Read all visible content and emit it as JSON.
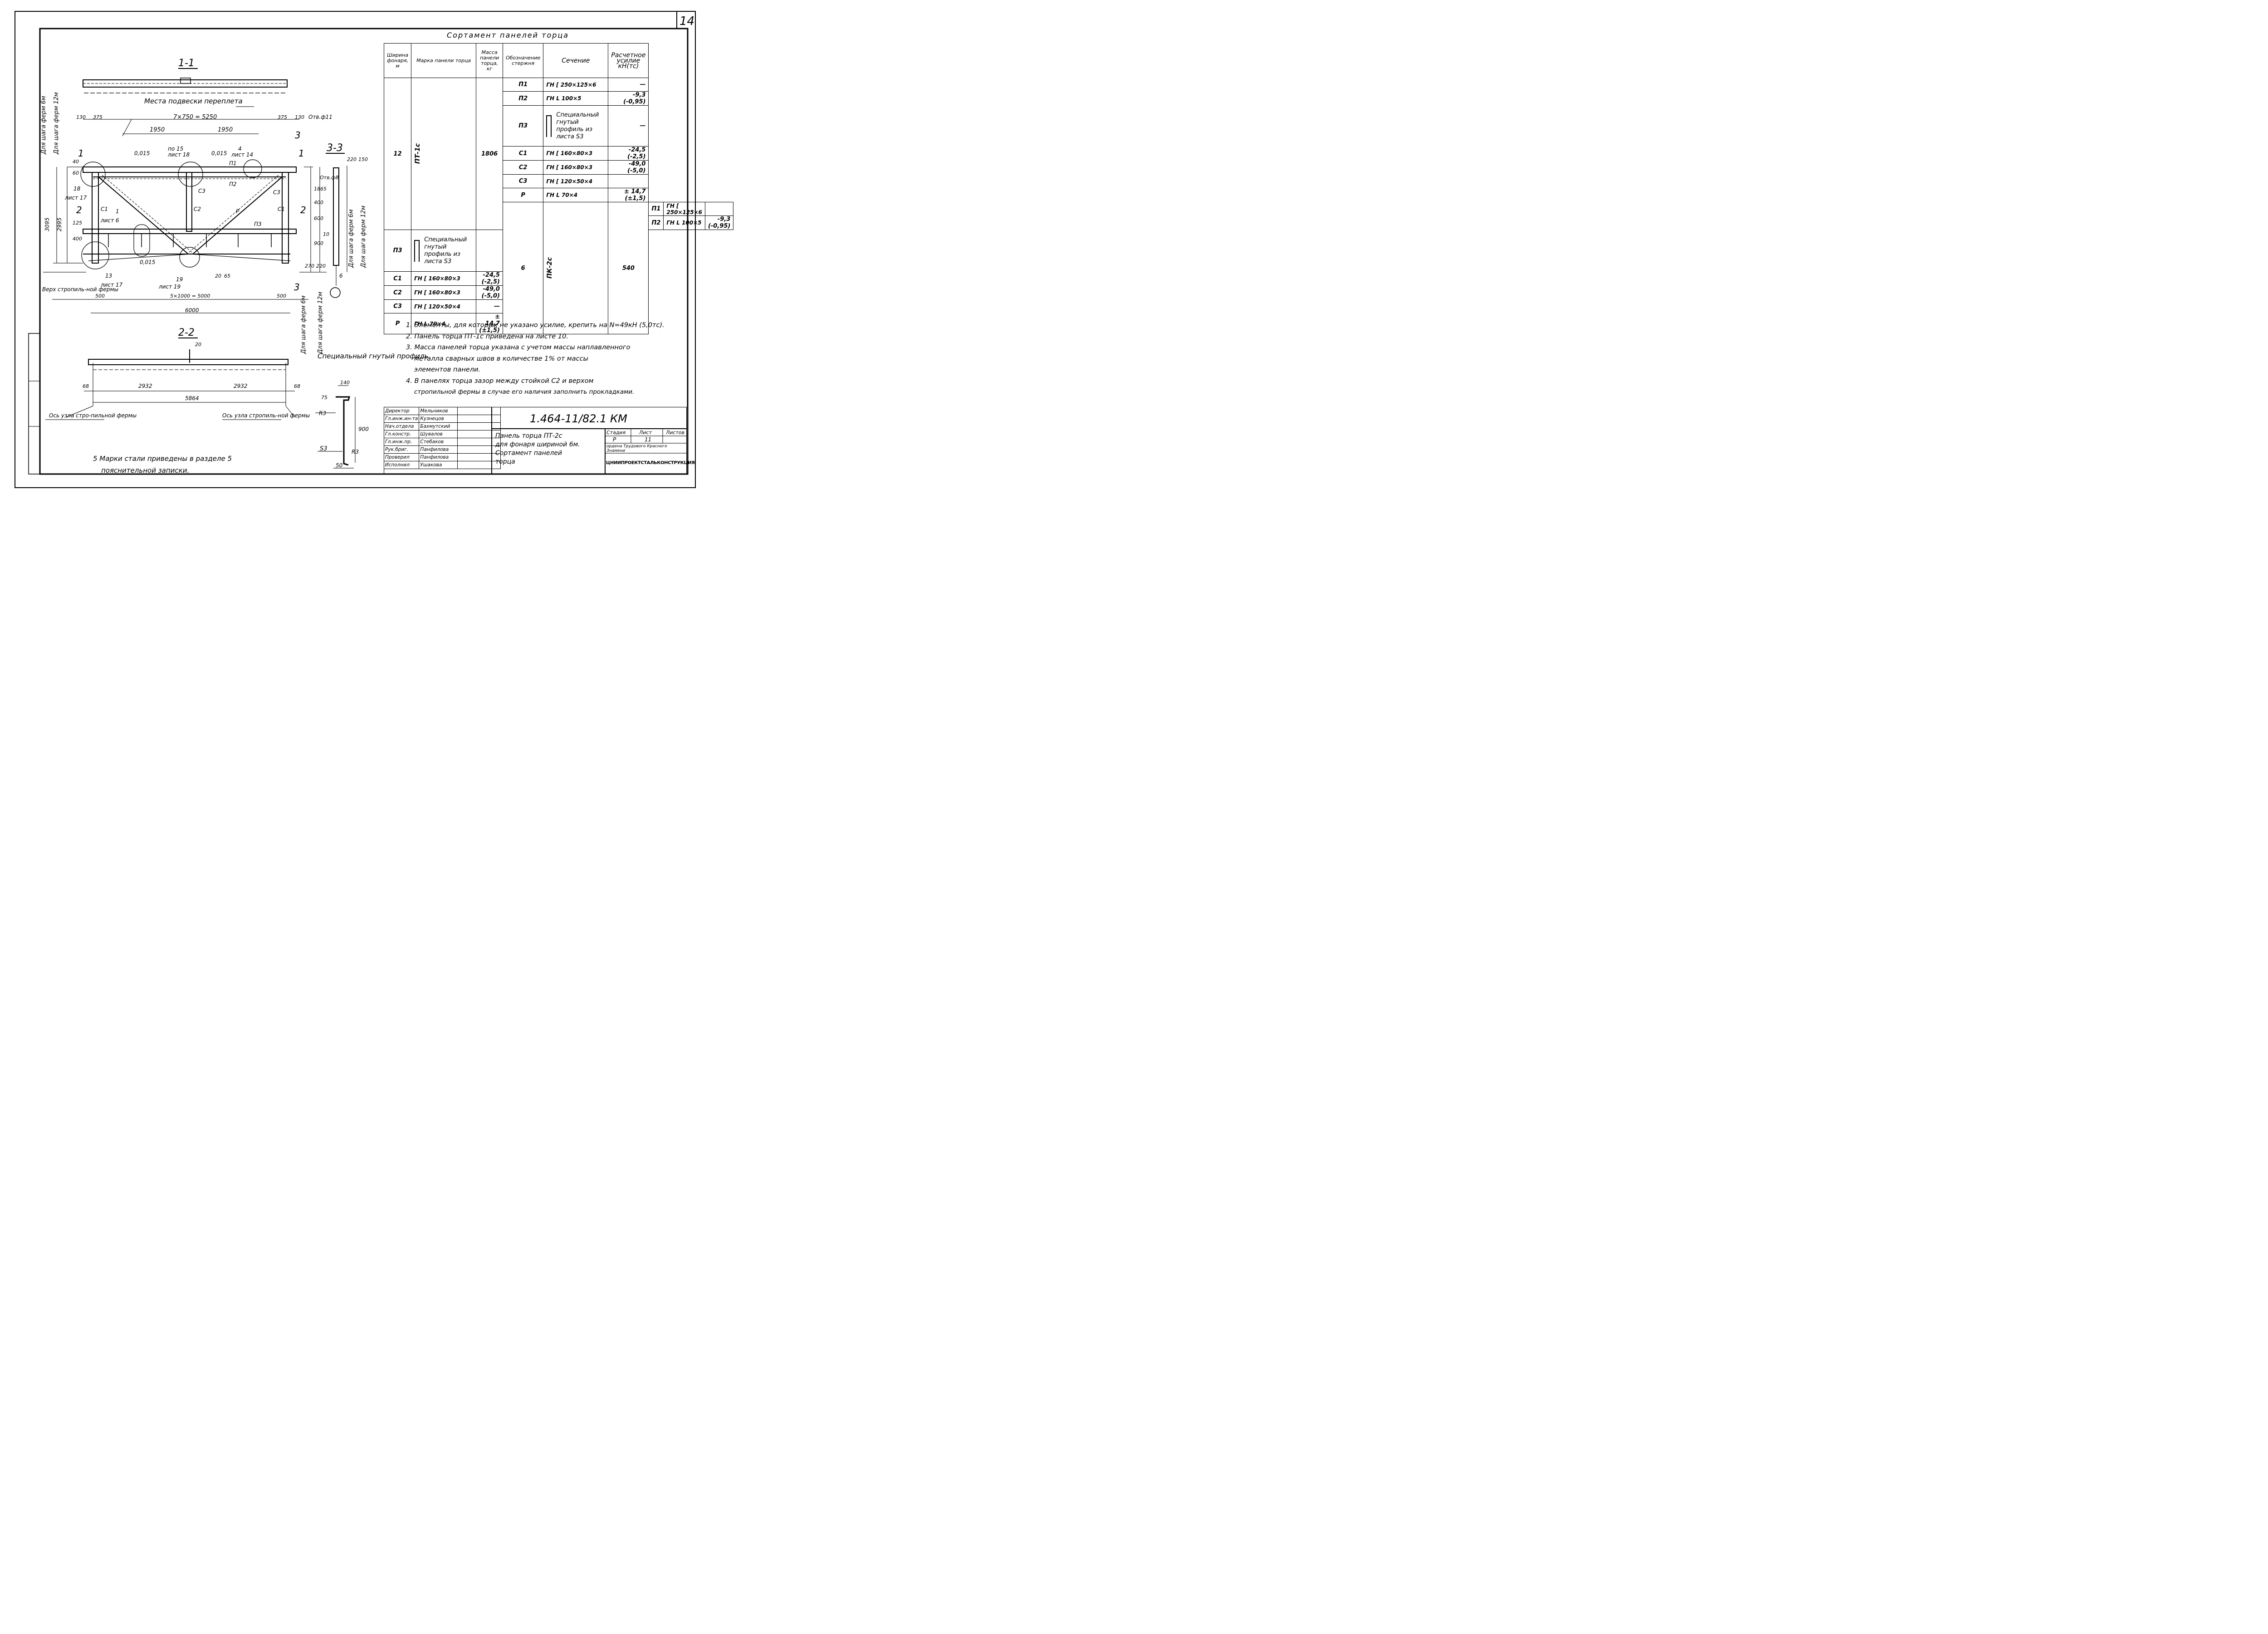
{
  "sheet_number": "14",
  "table": {
    "title": "Сортамент панелей торца",
    "headers": {
      "width": "Ширина фонаря, м",
      "mark": "Марка панели торца",
      "mass": "Масса панели торца, кг",
      "designation": "Обозначение стержня",
      "section": "Сечение",
      "force": "Расчетное усилие кН(тс)"
    },
    "groups": [
      {
        "width": "12",
        "mark": "ПТ-1с",
        "mass": "1806",
        "rows": [
          {
            "bar": "П1",
            "section": "ГН [ 250×125×6",
            "force": "—"
          },
          {
            "bar": "П2",
            "section": "ГН L 100×5",
            "force": "-9,3 (-0,95)"
          },
          {
            "bar": "П3",
            "section": "Специальный гнутый профиль из листа S3",
            "force": "—"
          },
          {
            "bar": "С1",
            "section": "ГН [ 160×80×3",
            "force": "-24,5 (-2,5)"
          },
          {
            "bar": "С2",
            "section": "ГН [ 160×80×3",
            "force": "-49,0 (-5,0)"
          },
          {
            "bar": "С3",
            "section": "ГН [ 120×50×4",
            "force": ""
          },
          {
            "bar": "Р",
            "section": "ГН L 70×4",
            "force": "± 14,7 (±1,5)"
          }
        ]
      },
      {
        "width": "6",
        "mark": "ПК-2с",
        "mass": "540",
        "rows": [
          {
            "bar": "П1",
            "section": "ГН [ 250×125×6",
            "force": ""
          },
          {
            "bar": "П2",
            "section": "ГН L 100×5",
            "force": "-9,3 (-0,95)"
          },
          {
            "bar": "П3",
            "section": "Специальный гнутый профиль из листа S3",
            "force": ""
          },
          {
            "bar": "С1",
            "section": "ГН [ 160×80×3",
            "force": "-24,5 (-2,5)"
          },
          {
            "bar": "С2",
            "section": "ГН [ 160×80×3",
            "force": "-49,0 (-5,0)"
          },
          {
            "bar": "С3",
            "section": "ГН [ 120×50×4",
            "force": "—"
          },
          {
            "bar": "Р",
            "section": "ГН L 70×4",
            "force": "± 14,7 (±1,5)"
          }
        ]
      }
    ],
    "profile_dim": "900"
  },
  "notes": [
    "1. Элементы, для которых не указано усилие, крепить на N=49кН (5,0тс).",
    "2. Панель торца ПТ-1с приведена на листе 10.",
    "3. Масса панелей торца указана с учетом массы наплавленного",
    "металла сварных швов в количестве 1% от массы",
    "элементов панели.",
    "4. В панелях торца зазор между стойкой С2 и верхом",
    "стропильной фермы в случае его наличия заполнить прокладками."
  ],
  "note5": [
    "5 Марки стали приведены в разделе 5",
    "пояснительной записки."
  ],
  "section_titles": {
    "s11": "1-1",
    "s22": "2-2",
    "s33": "3-3",
    "special": "Специальный гнутый профиль"
  },
  "labels": {
    "suspension": "Места подвески переплета",
    "span_7x750": "7×750 = 5250",
    "d130a": "130",
    "d375a": "375",
    "d375b": "375",
    "d130b": "130",
    "hole11": "Отв.ф11",
    "d1950a": "1950",
    "d1950b": "1950",
    "slope1": "0,015",
    "slope2": "0,015",
    "slope3": "0,015",
    "l15": "по 15",
    "l18": "лист 18",
    "l4": "4",
    "l14": "лист 14",
    "p1": "П1",
    "p2": "П2",
    "p3": "П3",
    "c1a": "С1",
    "c1b": "С1",
    "c2": "С2",
    "c3a": "С3",
    "c3b": "С3",
    "r": "Р",
    "n18": "18",
    "list17a": "лист 17",
    "n1": "1",
    "list6": "лист 6",
    "n13": "13",
    "list17b": "лист 17",
    "n19": "19",
    "list19": "лист 19",
    "d20": "20",
    "d65": "65",
    "d40": "40",
    "d60": "60",
    "d125": "125",
    "d400": "400",
    "d3095": "3095",
    "d2995": "2995",
    "d1865": "1865",
    "d400b": "400",
    "d600": "600",
    "d10": "10",
    "d900": "900",
    "d270": "270",
    "d220a": "220",
    "d150": "150",
    "d220b": "220",
    "hole8": "Отв.ф8",
    "step6": "Для шага ферм 6м",
    "step12": "Для шага ферм 12м",
    "truss_top": "Верх стропиль-ной фермы",
    "d500a": "500",
    "span_5x1000": "5×1000 = 5000",
    "d500b": "500",
    "d6000": "6000",
    "d20b": "20",
    "d68a": "68",
    "d2932a": "2932",
    "d2932b": "2932",
    "d68b": "68",
    "d5864": "5864",
    "axis_a": "Ось узла стро-пильной фермы",
    "axis_b": "Ось узла стропиль-ной фермы",
    "cut1": "1",
    "cut2": "2",
    "cut3": "3",
    "sp_140": "140",
    "sp_75": "75",
    "sp_r3a": "R3",
    "sp_900": "900",
    "sp_s3": "S3",
    "sp_r3b": "R3",
    "sp_50": "50",
    "n6": "6"
  },
  "stamp": {
    "code": "1.464-11/82.1 КМ",
    "description": [
      "Панель торца ПТ-2с",
      "для фонаря шириной 6м.",
      "Сортамент панелей",
      "торца"
    ],
    "roles": [
      {
        "role": "Директор",
        "name": "Мельников"
      },
      {
        "role": "Гл.инж.ин-та",
        "name": "Кузнецов"
      },
      {
        "role": "Нач.отдела",
        "name": "Бахмутский"
      },
      {
        "role": "Гл.констр.",
        "name": "Шувалов"
      },
      {
        "role": "Гл.инж.пр.",
        "name": "Стебаков"
      },
      {
        "role": "Рук.бриг.",
        "name": "Панфилова"
      },
      {
        "role": "Проверил",
        "name": "Панфилова"
      },
      {
        "role": "Исполнил",
        "name": "Ушакова"
      }
    ],
    "stage_label": "Стадия",
    "sheet_label": "Лист",
    "sheets_label": "Листов",
    "stage": "Р",
    "sheet": "11",
    "org": "ЦНИИПРОЕКТСТАЛЬКОНСТРУКЦИЯ",
    "order": "ордена Трудового Красного Знамени"
  }
}
